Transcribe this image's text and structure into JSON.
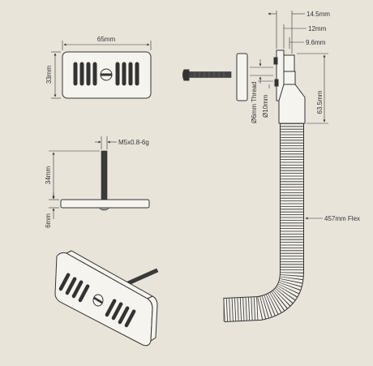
{
  "dimensions": {
    "plate_width": "65mm",
    "plate_height": "33mm",
    "thread_spec": "M5x0.8-6g",
    "bolt_length": "34mm",
    "plate_thickness": "6mm",
    "outlet_width": "14.5mm",
    "outlet_depth": "12mm",
    "outlet_offset": "9.6mm",
    "thread_diameter": "Ø6mm Thread",
    "shaft_diameter": "Ø10mm",
    "spigot_length": "63.5mm",
    "flex_length": "457mm Flex"
  },
  "icons": {
    "plate_front": "grille-plate-front-view",
    "plate_side": "grille-plate-side-view",
    "plate_perspective": "grille-plate-perspective-view",
    "bolt": "bolt-icon",
    "flex_hose": "flex-hose-side-view"
  },
  "colors": {
    "background": "#e8e4da",
    "line": "#333333",
    "part_fill": "#f6f4ef"
  }
}
